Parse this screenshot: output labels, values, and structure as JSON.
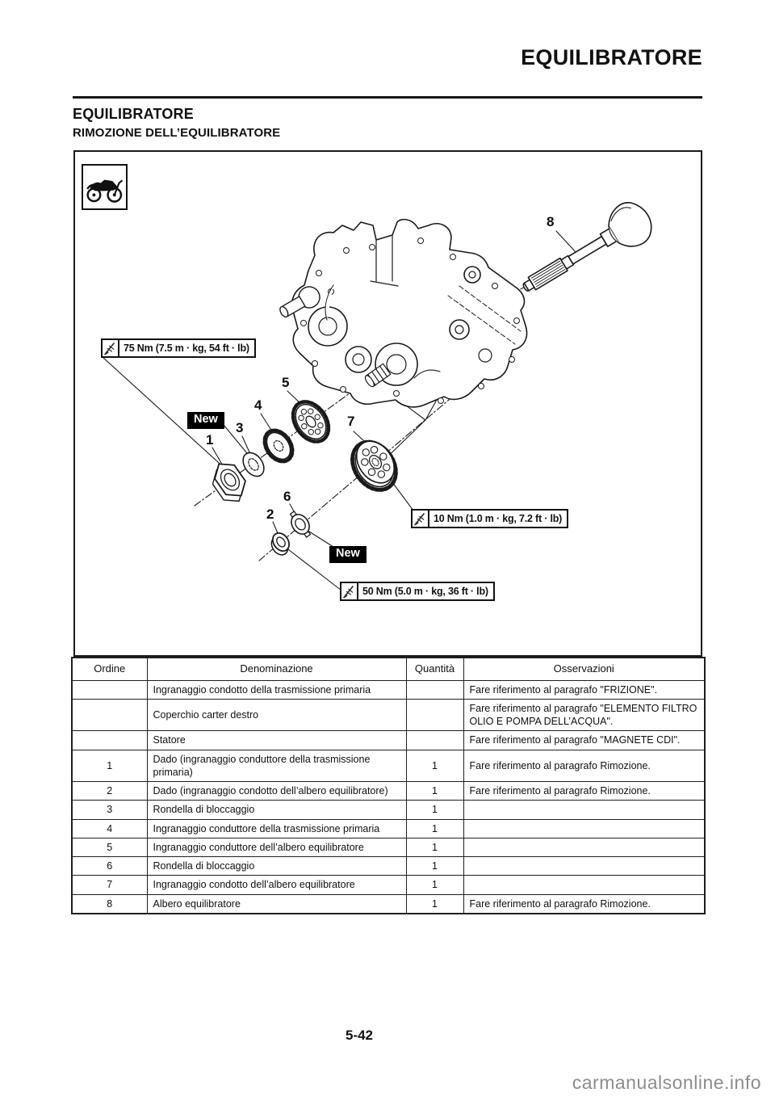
{
  "page": {
    "running_header": "EQUILIBRATORE",
    "section_title": "EQUILIBRATORE",
    "subsection_title": "RIMOZIONE DELL’EQUILIBRATORE",
    "page_number": "5-42",
    "watermark": "carmanualsonline.info"
  },
  "figure": {
    "callouts": {
      "torque_75": "75 Nm (7.5 m · kg, 54 ft · lb)",
      "torque_10": "10 Nm (1.0 m · kg, 7.2 ft · lb)",
      "torque_50": "50 Nm (5.0 m · kg, 36 ft · lb)"
    },
    "new_label_1": "New",
    "new_label_2": "New",
    "part_labels": {
      "p1": "1",
      "p2": "2",
      "p3": "3",
      "p4": "4",
      "p5": "5",
      "p6": "6",
      "p7": "7",
      "p8": "8"
    }
  },
  "table": {
    "headers": {
      "ordine": "Ordine",
      "denominazione": "Denominazione",
      "quantita": "Quantità",
      "osservazioni": "Osservazioni"
    },
    "rows": [
      {
        "ordine": "",
        "den": "Ingranaggio condotto della trasmissione primaria",
        "qty": "",
        "oss": "Fare riferimento al paragrafo \"FRIZIONE\"."
      },
      {
        "ordine": "",
        "den": "Coperchio carter destro",
        "qty": "",
        "oss": "Fare riferimento al paragrafo \"ELEMENTO FILTRO OLIO E POMPA DELL’ACQUA\"."
      },
      {
        "ordine": "",
        "den": "Statore",
        "qty": "",
        "oss": "Fare riferimento al paragrafo \"MAGNETE CDI\"."
      },
      {
        "ordine": "1",
        "den": "Dado (ingranaggio conduttore della trasmissione primaria)",
        "qty": "1",
        "oss": "Fare riferimento al paragrafo Rimozione."
      },
      {
        "ordine": "2",
        "den": "Dado (ingranaggio condotto dell’albero equilibratore)",
        "qty": "1",
        "oss": "Fare riferimento al paragrafo Rimozione."
      },
      {
        "ordine": "3",
        "den": "Rondella di bloccaggio",
        "qty": "1",
        "oss": ""
      },
      {
        "ordine": "4",
        "den": "Ingranaggio conduttore della trasmissione primaria",
        "qty": "1",
        "oss": ""
      },
      {
        "ordine": "5",
        "den": "Ingranaggio conduttore dell’albero equilibratore",
        "qty": "1",
        "oss": ""
      },
      {
        "ordine": "6",
        "den": "Rondella di bloccaggio",
        "qty": "1",
        "oss": ""
      },
      {
        "ordine": "7",
        "den": "Ingranaggio condotto dell’albero equilibratore",
        "qty": "1",
        "oss": ""
      },
      {
        "ordine": "8",
        "den": "Albero equilibratore",
        "qty": "1",
        "oss": "Fare riferimento al paragrafo Rimozione."
      }
    ]
  },
  "colors": {
    "ink": "#1a1a1a",
    "label_bg": "#000000",
    "watermark": "#8c8c8c"
  }
}
